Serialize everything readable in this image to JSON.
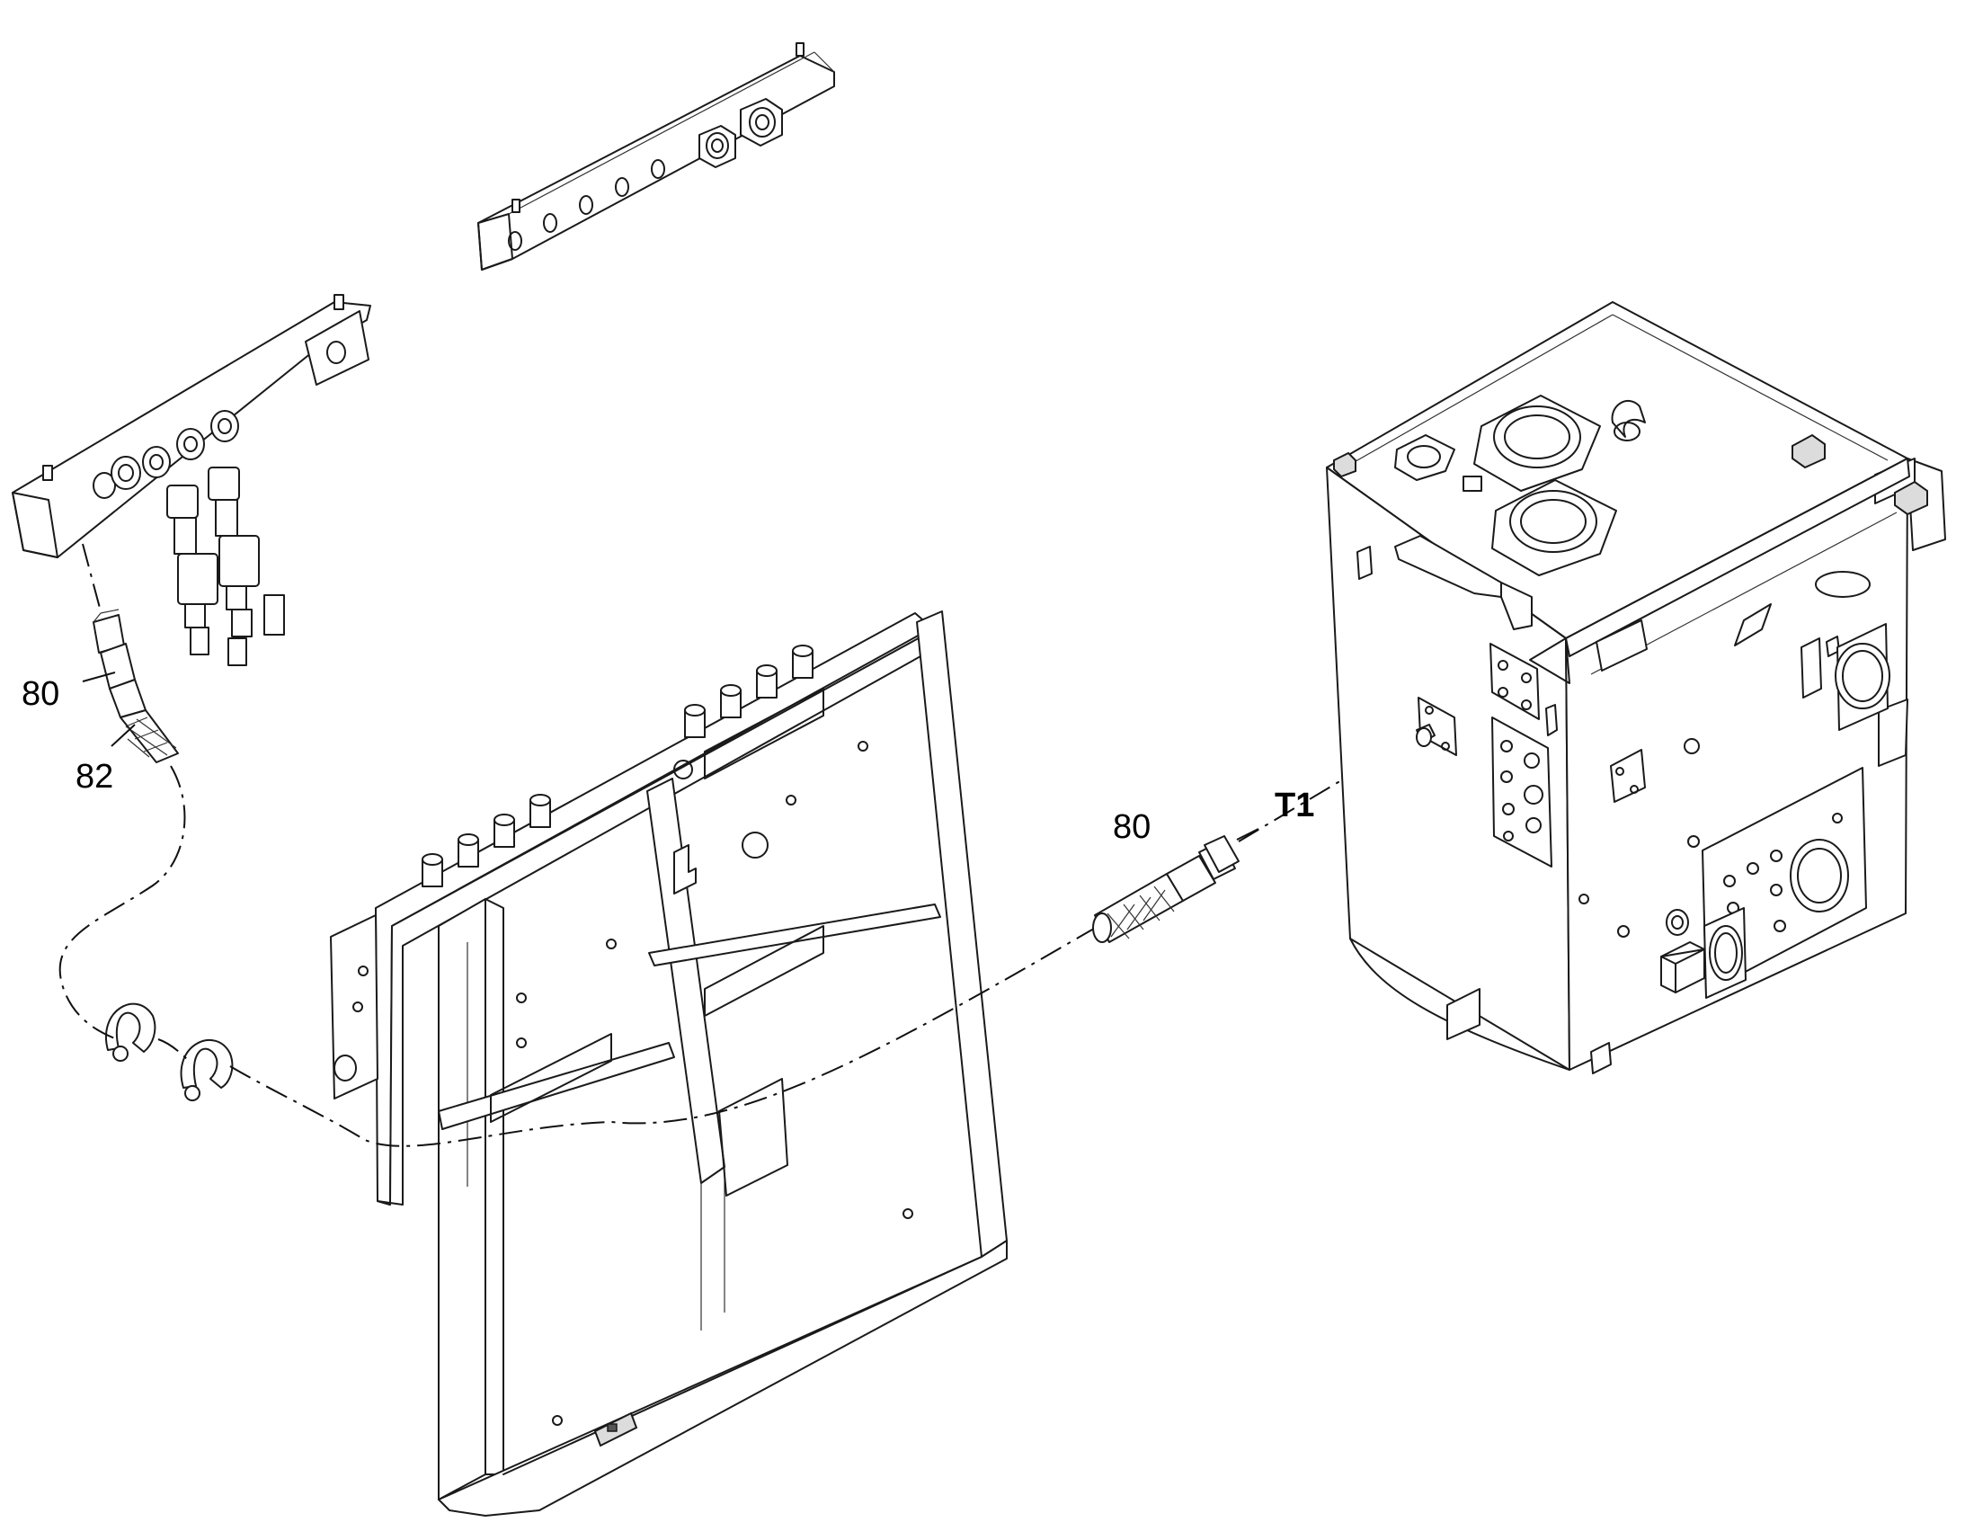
{
  "callouts": {
    "hose_upper": "80",
    "sleeve_upper": "82",
    "hose_lower": "80",
    "port": "T1"
  },
  "colors": {
    "line": "#1a1a1a",
    "shade": "#dcdcdc",
    "background": "#ffffff"
  }
}
